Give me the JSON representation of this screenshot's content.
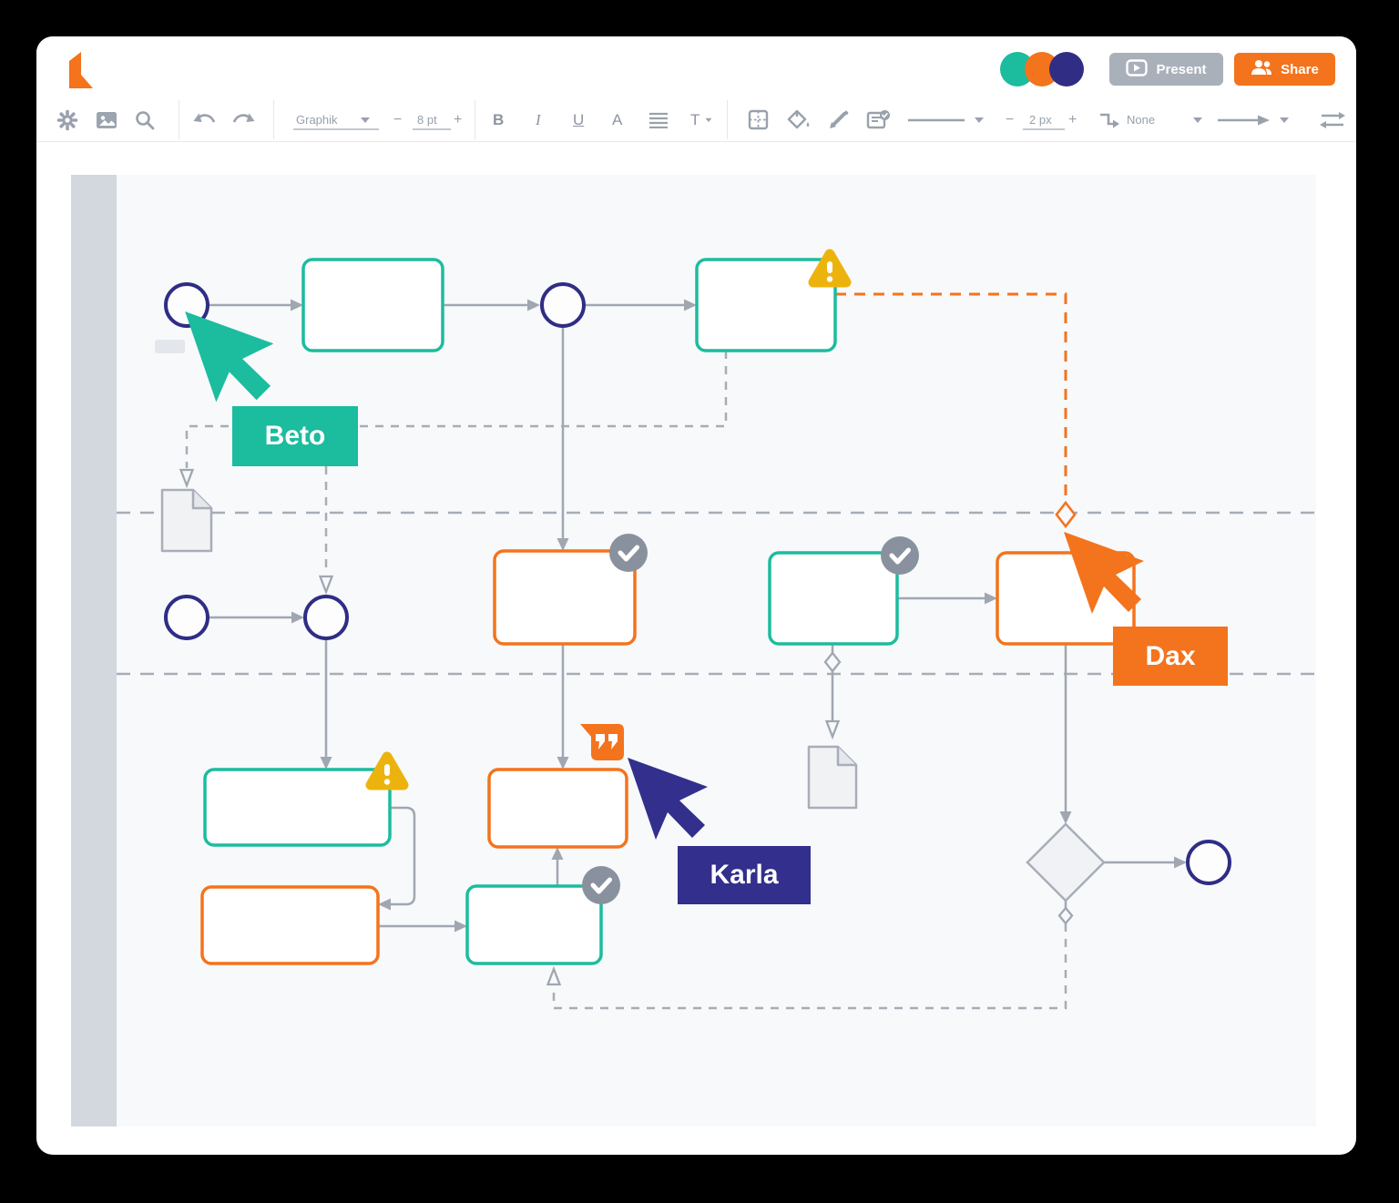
{
  "header": {
    "present_label": "Present",
    "share_label": "Share",
    "collaborators": [
      {
        "color": "#1CBC9E"
      },
      {
        "color": "#F4731D"
      },
      {
        "color": "#2F2D84"
      }
    ]
  },
  "toolbar": {
    "font_name": "Graphik",
    "font_size": "8 pt",
    "minus": "−",
    "plus": "+",
    "bold": "B",
    "italic": "I",
    "underline": "U",
    "text_color": "A",
    "text_style": "T",
    "stroke_width": "2 px",
    "line_endpoint": "None",
    "icons": [
      "gear-icon",
      "image-icon",
      "zoom-icon",
      "undo-icon",
      "redo-icon",
      "table-icon",
      "fill-bucket-icon",
      "pen-icon",
      "note-check-icon",
      "line-style-icon",
      "elbow-connector-icon",
      "arrow-style-icon",
      "swap-arrows-icon"
    ]
  },
  "cursors": [
    {
      "name": "Beto",
      "color": "#1CBC9E"
    },
    {
      "name": "Karla",
      "color": "#332F8C"
    },
    {
      "name": "Dax",
      "color": "#F4731D"
    }
  ],
  "colors": {
    "teal": "#1CBC9E",
    "orange": "#F4731D",
    "navy": "#2F2D84",
    "warning_yellow": "#EDB30D",
    "badge_gray": "#8A919E",
    "connector_gray": "#A0A7B1",
    "canvas_bg": "#F7F9FB",
    "lane_bar_gray": "#D3D8DF"
  }
}
